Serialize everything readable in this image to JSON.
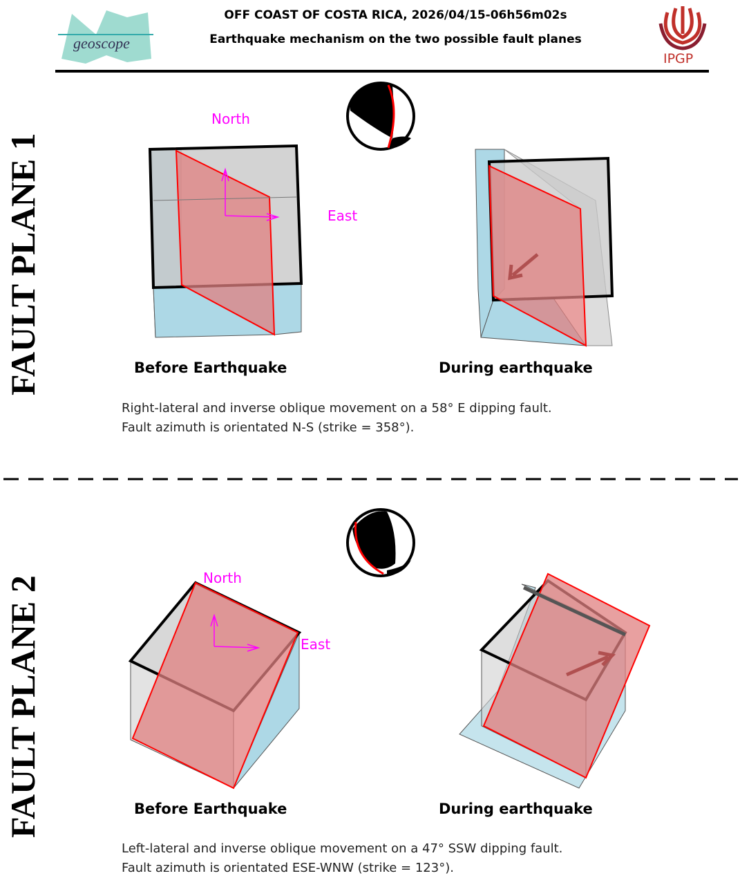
{
  "header": {
    "title": "OFF COAST OF COSTA RICA, 2026/04/15-06h56m02s",
    "subtitle": "Earthquake mechanism on the two possible fault planes",
    "left_logo": "geoscope",
    "right_logo": "IPGP"
  },
  "colors": {
    "fault_plane": "#e08080",
    "block": "#c8c8c8",
    "back_block": "#add8e6",
    "direction": "#ff00ff"
  },
  "fault_plane_1": {
    "label": "FAULT PLANE 1",
    "north": "North",
    "east": "East",
    "before_caption": "Before Earthquake",
    "during_caption": "During earthquake",
    "description_1": "Right-lateral and inverse oblique movement on a 58° E dipping fault.",
    "description_2": "Fault azimuth is orientated N-S (strike = 358°)."
  },
  "fault_plane_2": {
    "label": "FAULT PLANE 2",
    "north": "North",
    "east": "East",
    "before_caption": "Before Earthquake",
    "during_caption": "During earthquake",
    "description_1": "Left-lateral and inverse oblique movement on a 47° SSW dipping fault.",
    "description_2": "Fault azimuth is orientated ESE-WNW (strike = 123°)."
  }
}
